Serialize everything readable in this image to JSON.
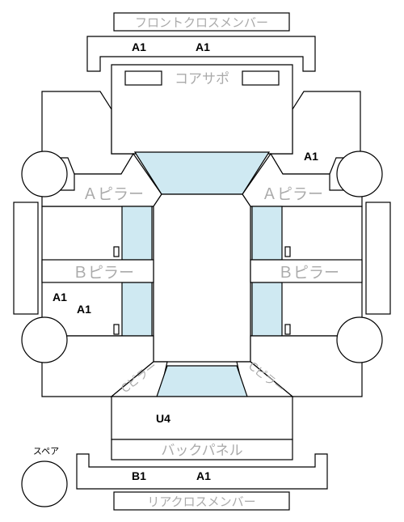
{
  "labels": {
    "front_cross_member": "フロントクロスメンバー",
    "core_support": "コアサポ",
    "a_pillar": "Ａピラー",
    "b_pillar": "Ｂピラー",
    "c_pillar": "Cピラー",
    "back_panel": "バックパネル",
    "rear_cross_member": "リアクロスメンバー",
    "spare": "スペア"
  },
  "damage_codes": {
    "front_cross_left": "A1",
    "front_cross_right": "A1",
    "right_a_area": "A1",
    "left_rear_1": "A1",
    "left_rear_2": "A1",
    "trunk": "U4",
    "rear_cross_left": "B1",
    "rear_cross_right": "A1"
  },
  "colors": {
    "glass": "#cfe9f2",
    "label_gray": "#aaaaaa",
    "outline": "#000000"
  }
}
